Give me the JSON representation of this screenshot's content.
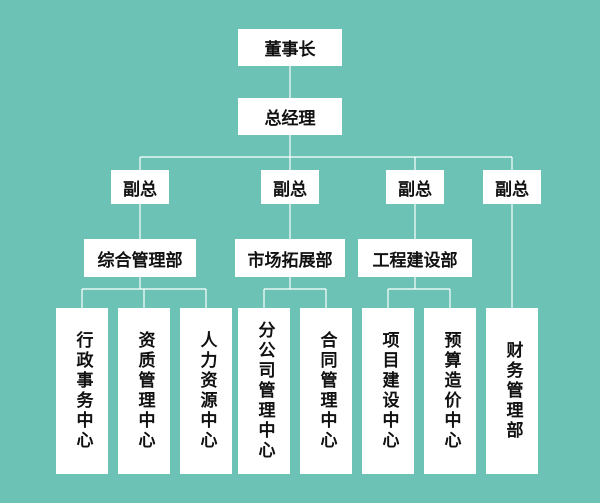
{
  "colors": {
    "background": "#6cc2b4",
    "box": "#ffffff",
    "text": "#111111",
    "line": "#ffffff"
  },
  "chairman": "董事长",
  "general_manager": "总经理",
  "vice_presidents": [
    "副总",
    "副总",
    "副总",
    "副总"
  ],
  "departments": {
    "general_management": "综合管理部",
    "marketing": "市场拓展部",
    "engineering": "工程建设部"
  },
  "centers": {
    "admin": "行政事务中心",
    "qualification": "资质管理中心",
    "hr": "人力资源中心",
    "branch": "分公司管理中心",
    "contract": "合同管理中心",
    "project": "项目建设中心",
    "budget": "预算造价中心"
  },
  "finance": "财务管理部"
}
